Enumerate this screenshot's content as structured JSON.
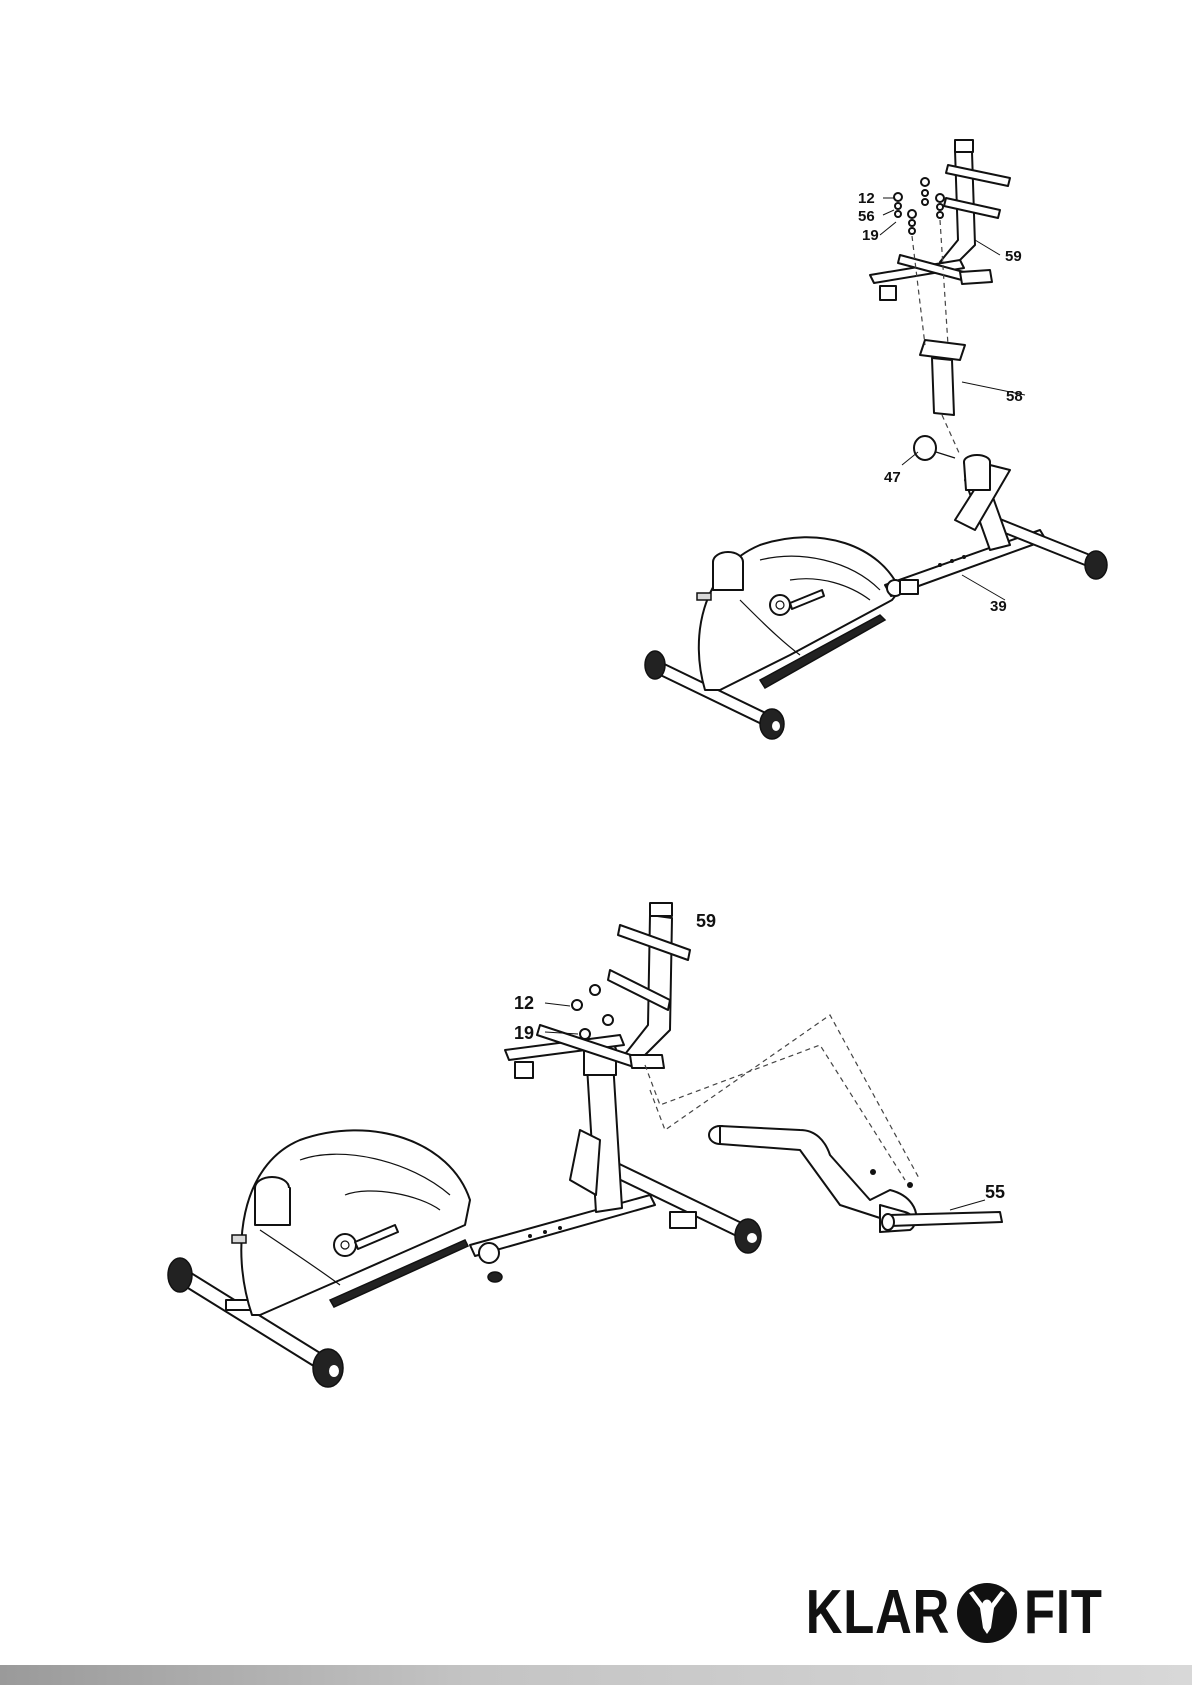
{
  "figure_top": {
    "callouts": [
      "12",
      "56",
      "19",
      "59",
      "58",
      "47",
      "39"
    ]
  },
  "figure_bottom": {
    "callouts": [
      "59",
      "12",
      "19",
      "55"
    ]
  },
  "brand": {
    "left": "KLAR",
    "right": "FIT"
  }
}
